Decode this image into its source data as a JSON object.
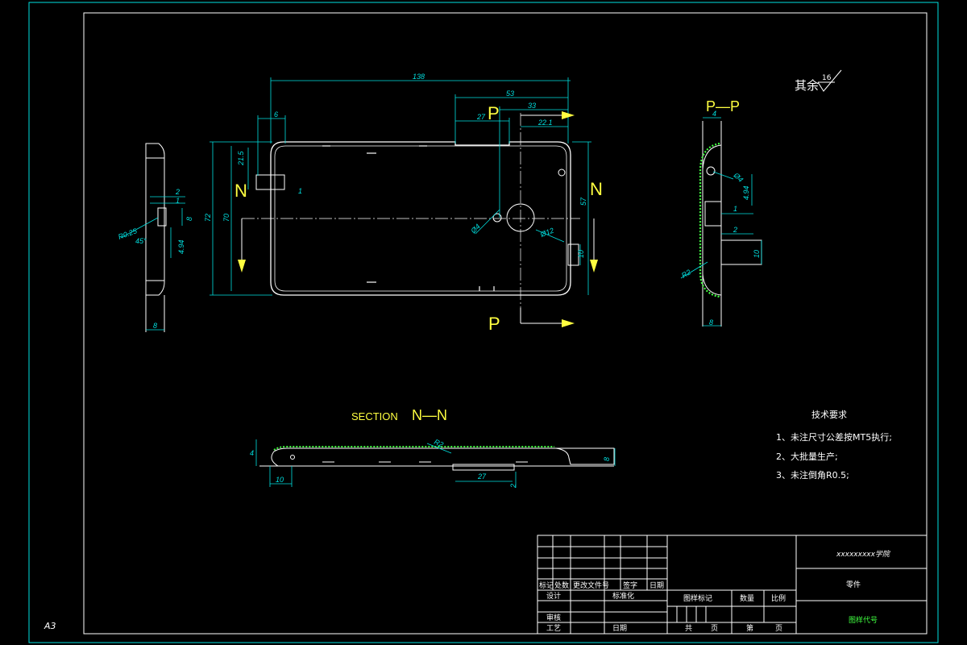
{
  "sheet_size": "A3",
  "roughness": {
    "prefix": "其余",
    "value": "16"
  },
  "views": {
    "front": {
      "dims": [
        "138",
        "53",
        "33",
        "27",
        "22.1",
        "6",
        "21.5",
        "1",
        "72",
        "70",
        "57",
        "10",
        "Ø4",
        "Ø12"
      ],
      "labels": [
        "N",
        "N",
        "P",
        "P"
      ]
    },
    "left": {
      "dims": [
        "2",
        "1",
        "8",
        "R0.25",
        "45°",
        "4.94",
        "8"
      ]
    },
    "section_pp": {
      "title": "P—P",
      "dims": [
        "4",
        "Ø4",
        "4.94",
        "1",
        "2",
        "10",
        "R2",
        "8"
      ]
    },
    "section_nn": {
      "title_prefix": "SECTION",
      "title": "N—N",
      "dims": [
        "R2",
        "4",
        "8",
        "10",
        "27",
        "2"
      ]
    }
  },
  "tech_requirements": {
    "title": "技术要求",
    "items": [
      "1、未注尺寸公差按MT5执行;",
      "2、大批量生产;",
      "3、未注倒角R0.5;"
    ]
  },
  "title_block": {
    "school": "xxxxxxxxx学院",
    "part_name": "零件",
    "drawing_code": "图样代号",
    "rev_headers": [
      "标记",
      "处数",
      "更改文件号",
      "签字",
      "日期"
    ],
    "design": "设计",
    "standard": "标准化",
    "review": "审核",
    "process": "工艺",
    "date": "日期",
    "stage_mark": "图样标记",
    "quantity": "数量",
    "scale": "比例",
    "total": "共",
    "sheet": "第",
    "page": "页"
  },
  "colors": {
    "outline": "#ffffff",
    "dimension": "#00e0e0",
    "label": "#ffff40",
    "hatch": "#40ff40",
    "frame": "#00e0e0"
  }
}
